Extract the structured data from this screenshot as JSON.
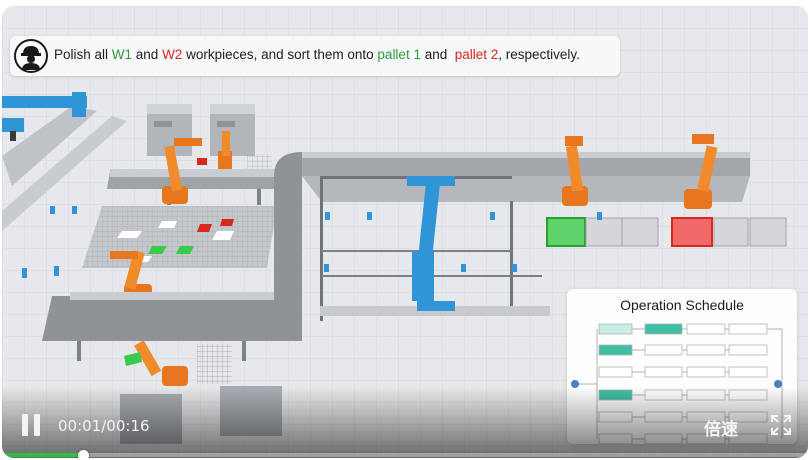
{
  "instruction": {
    "part1": "Polish all ",
    "w1": "W1",
    "part2": " and ",
    "w2": "W2",
    "part3": " workpieces, and sort them onto ",
    "pallet1": "pallet 1",
    "part4": " and  ",
    "pallet2": "pallet 2",
    "part5": ", respectively."
  },
  "schedule": {
    "title": "Operation Schedule"
  },
  "player": {
    "current_time": "00:01",
    "separator": "/",
    "duration": "00:16",
    "speed_label": "倍速",
    "progress": 0.1
  },
  "icons": {
    "worker": "worker-helmet-icon",
    "pause": "pause-icon",
    "fullscreen": "fullscreen-icon"
  },
  "colors": {
    "w1_green": "#2e9b3a",
    "w2_red": "#d9271e",
    "conveyor_blue": "#2f95d6",
    "robot_orange": "#e8761e",
    "progress_green": "#2fbf46"
  }
}
